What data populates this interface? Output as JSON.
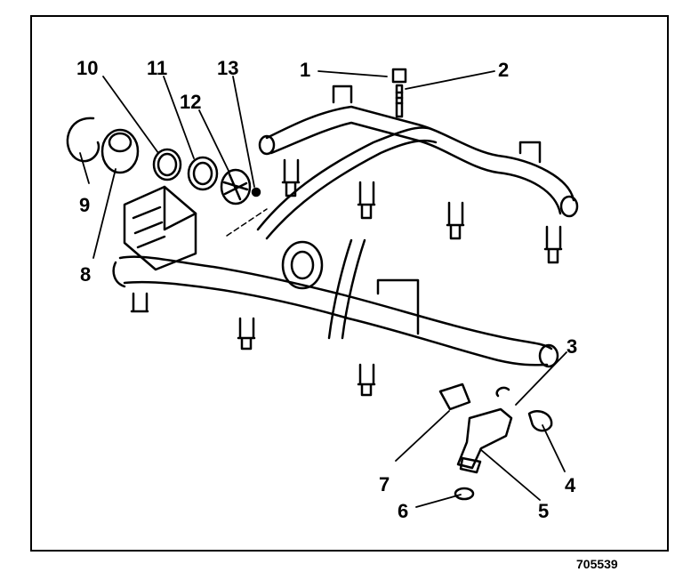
{
  "figure_number": "705539",
  "callouts": [
    "1",
    "2",
    "3",
    "4",
    "5",
    "6",
    "7",
    "8",
    "9",
    "10",
    "11",
    "12",
    "13"
  ]
}
